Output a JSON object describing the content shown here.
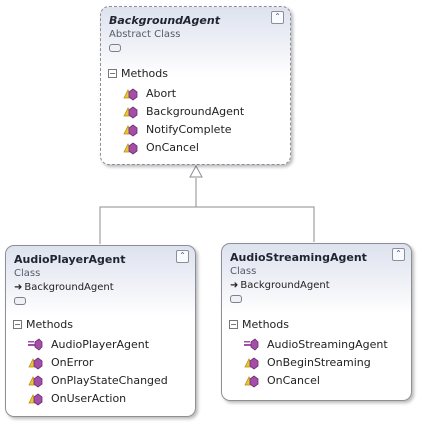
{
  "colors": {
    "method_icon": "#a34fa8",
    "connector": "#8e8e8e",
    "border": "#8c8f96",
    "header_gradient": "#dde2ee"
  },
  "classes": {
    "background_agent": {
      "name": "BackgroundAgent",
      "kind": "Abstract Class",
      "section_label": "Methods",
      "methods": [
        {
          "name": "Abort",
          "icon": "method-icon"
        },
        {
          "name": "BackgroundAgent",
          "icon": "method-icon"
        },
        {
          "name": "NotifyComplete",
          "icon": "method-icon"
        },
        {
          "name": "OnCancel",
          "icon": "method-icon"
        }
      ]
    },
    "audio_player_agent": {
      "name": "AudioPlayerAgent",
      "kind": "Class",
      "parent": "BackgroundAgent",
      "section_label": "Methods",
      "methods": [
        {
          "name": "AudioPlayerAgent",
          "icon": "constructor-icon"
        },
        {
          "name": "OnError",
          "icon": "method-icon"
        },
        {
          "name": "OnPlayStateChanged",
          "icon": "method-icon"
        },
        {
          "name": "OnUserAction",
          "icon": "method-icon"
        }
      ]
    },
    "audio_streaming_agent": {
      "name": "AudioStreamingAgent",
      "kind": "Class",
      "parent": "BackgroundAgent",
      "section_label": "Methods",
      "methods": [
        {
          "name": "AudioStreamingAgent",
          "icon": "constructor-icon"
        },
        {
          "name": "OnBeginStreaming",
          "icon": "method-icon"
        },
        {
          "name": "OnCancel",
          "icon": "method-icon"
        }
      ]
    }
  }
}
